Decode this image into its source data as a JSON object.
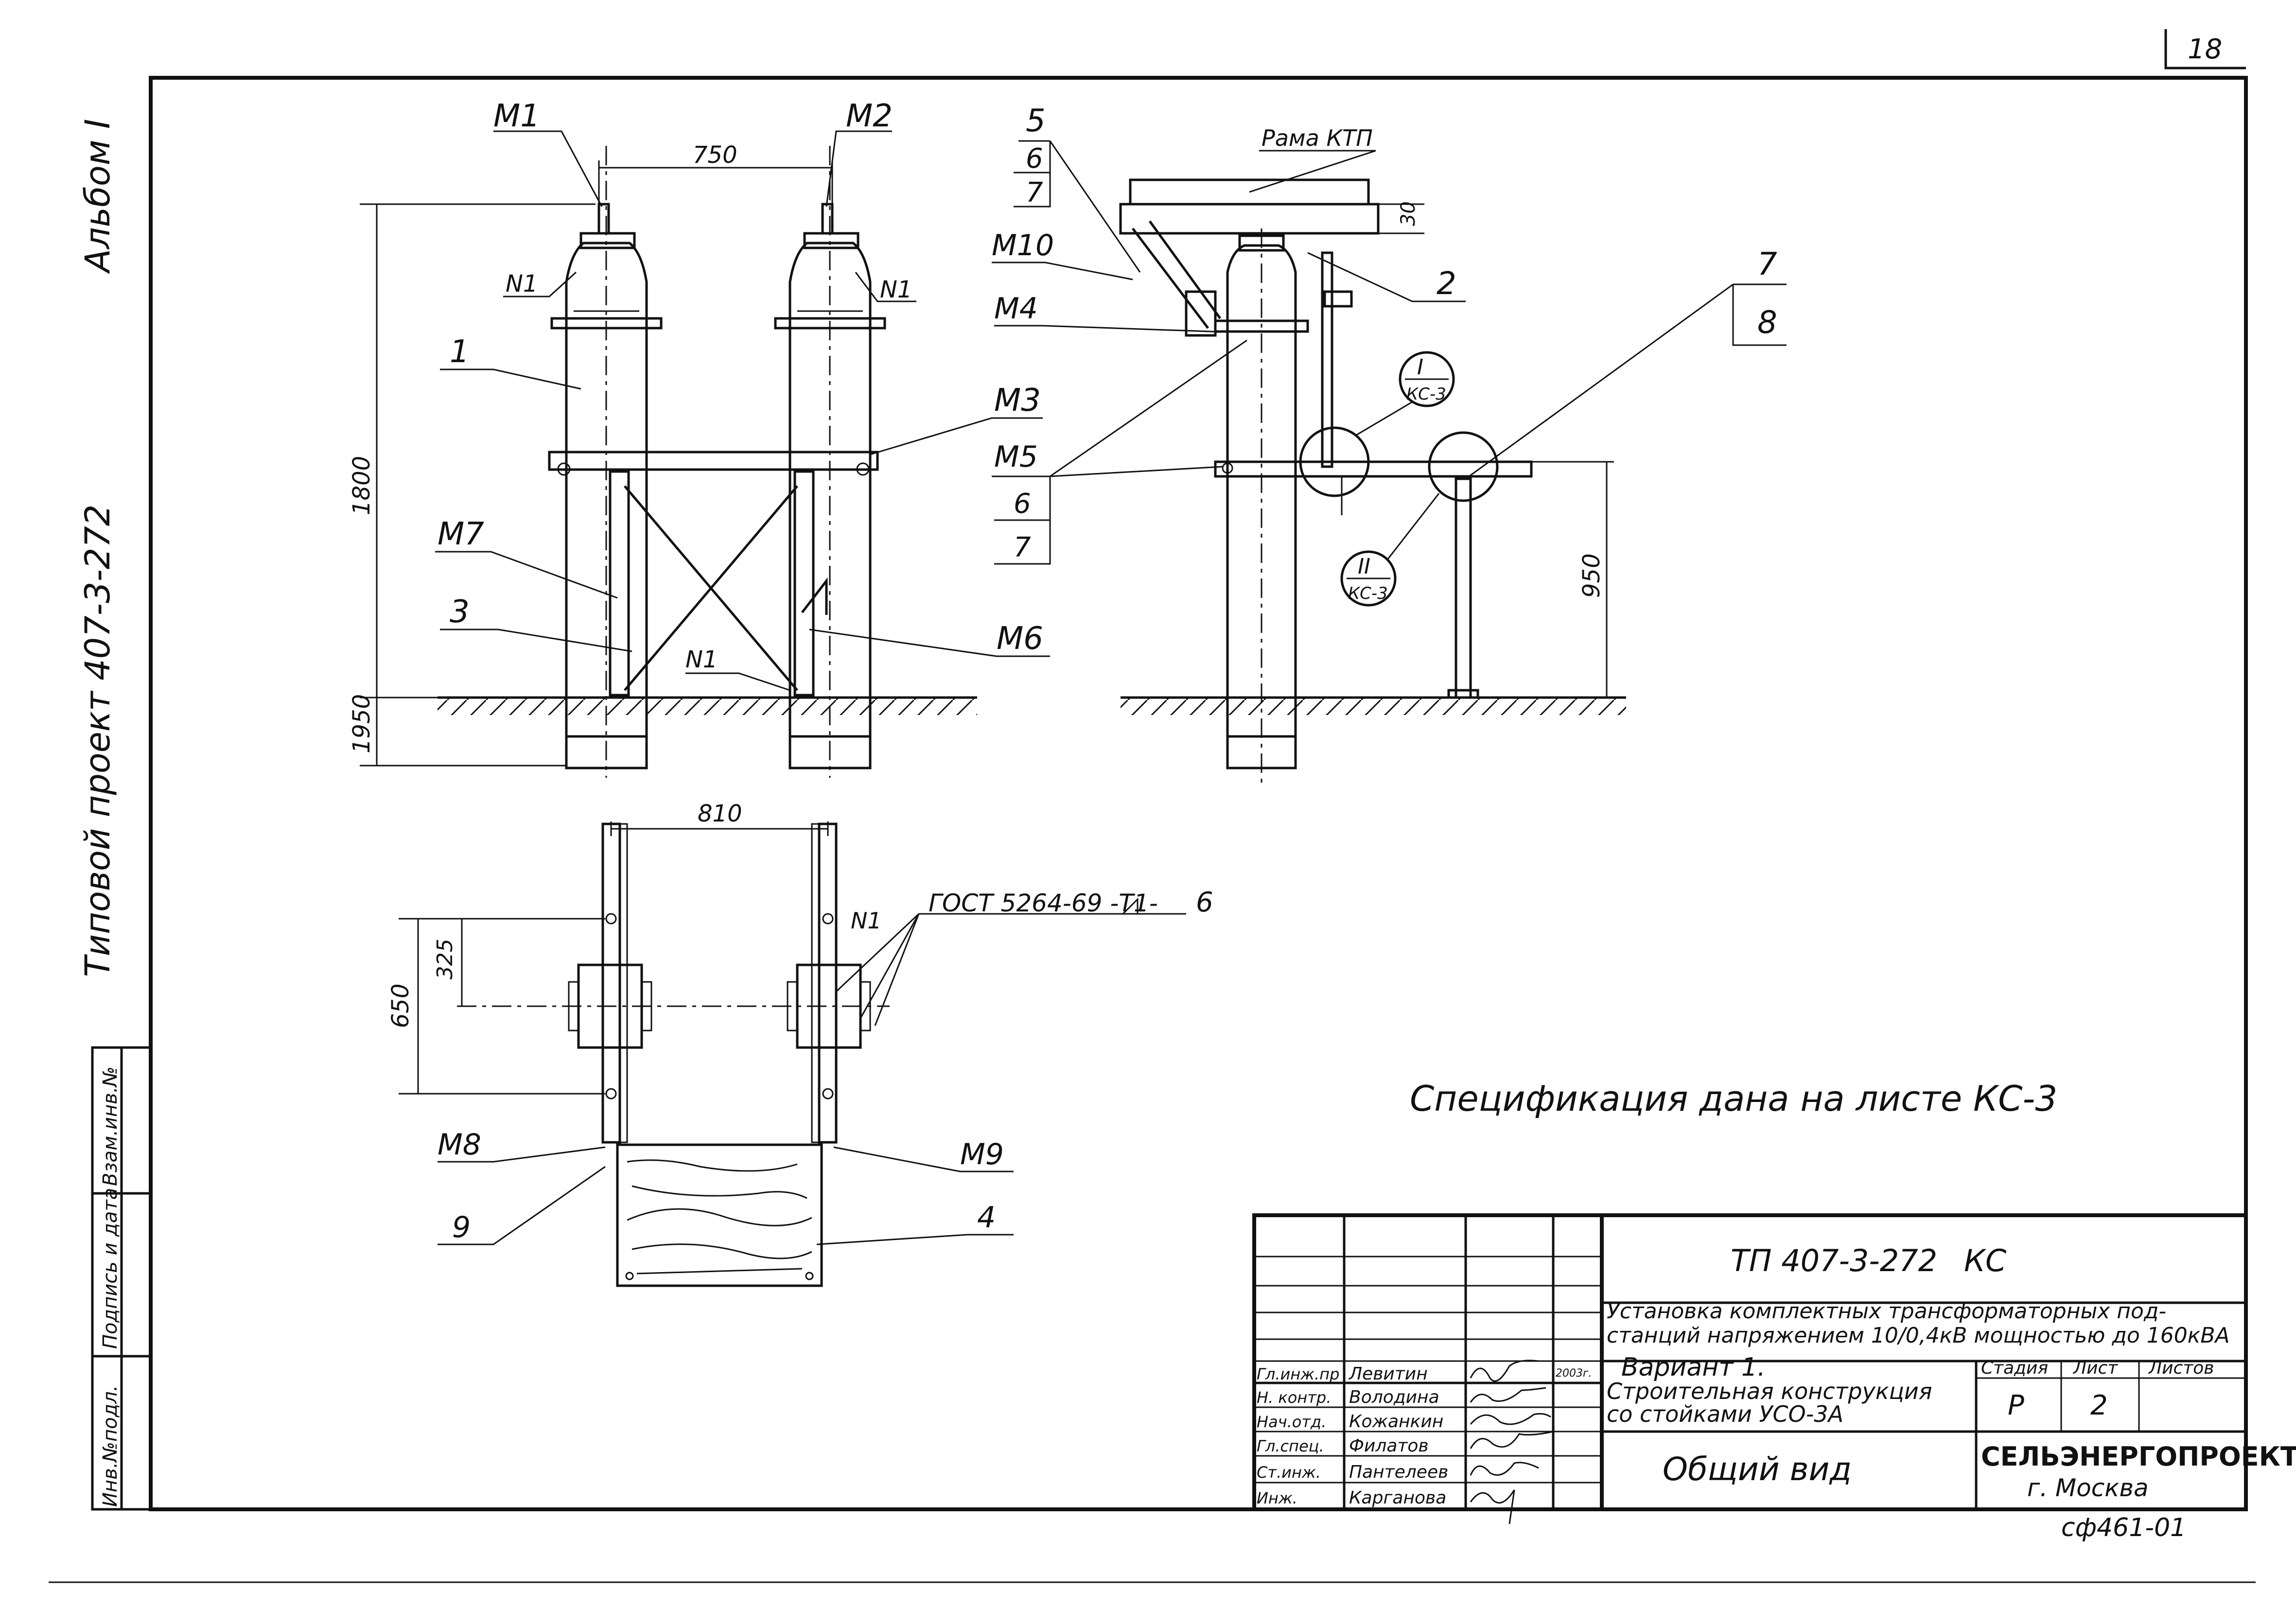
{
  "sheet": {
    "page_number": "18",
    "album": "Альбом I",
    "project_side": "Типовой проект 407-3-272",
    "copy_code": "сф461-01"
  },
  "side_stamp": {
    "inv_orig": "Инв.№подл.",
    "sign_date": "Подпись и дата",
    "replace_inv": "Взам.инв.№"
  },
  "front_view": {
    "dim_750": "750",
    "dim_1800": "1800",
    "dim_1950": "1950",
    "labels": {
      "M1": "М1",
      "M2": "М2",
      "N1a": "N1",
      "N1b": "N1",
      "N1c": "N1",
      "p1": "1",
      "p3": "3",
      "M3": "М3",
      "M6": "М6",
      "M7": "М7"
    }
  },
  "side_view": {
    "frame_label": "Рама КТП",
    "dim_30": "30",
    "dim_950": "950",
    "labels": {
      "p5": "5",
      "p6a": "6",
      "p7a": "7",
      "M10": "М10",
      "M4": "М4",
      "p2": "2",
      "p7b": "7",
      "p8": "8",
      "M5": "М5",
      "p6b": "6",
      "p7c": "7"
    },
    "callout_I": {
      "num": "I",
      "sheet": "КС-3"
    },
    "callout_II": {
      "num": "II",
      "sheet": "КС-3"
    }
  },
  "plan_view": {
    "dim_810": "810",
    "dim_650": "650",
    "dim_325": "325",
    "weld_note": "ГОСТ 5264-69 -Т1-",
    "weld_leg": "6",
    "labels": {
      "N1": "N1",
      "M8": "М8",
      "M9": "М9",
      "p9": "9",
      "p4": "4"
    }
  },
  "spec_note": "Спецификация дана на листе КС-3",
  "title_block": {
    "code": "ТП 407-3-272",
    "mark": "КС",
    "description_1": "Установка комплектных трансформаторных под-",
    "description_2": "станций напряжением 10/0,4кВ мощностью до 160кВА",
    "variant_1": "Вариант 1.",
    "variant_2": "Строительная конструкция",
    "variant_3": "со стойками УСО-3А",
    "sheet_title": "Общий вид",
    "stage_h": "Стадия",
    "sheet_h": "Лист",
    "sheets_h": "Листов",
    "stage": "Р",
    "sheet_no": "2",
    "org": "СЕЛЬЭНЕРГОПРОЕКТ",
    "city": "г. Москва",
    "date": "2003г.",
    "staff": [
      {
        "role": "Гл.инж.пр",
        "name": "Левитин"
      },
      {
        "role": "Н. контр.",
        "name": "Володина"
      },
      {
        "role": "Нач.отд.",
        "name": "Кожанкин"
      },
      {
        "role": "Гл.спец.",
        "name": "Филатов"
      },
      {
        "role": "Ст.инж.",
        "name": "Пантелеев"
      },
      {
        "role": "Инж.",
        "name": "Карганова"
      }
    ]
  }
}
